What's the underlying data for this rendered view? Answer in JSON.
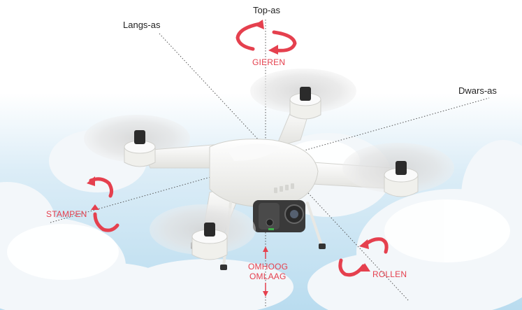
{
  "axes": {
    "top": "Top-as",
    "long": "Langs-as",
    "lateral": "Dwars-as"
  },
  "movements": {
    "yaw": "GIEREN",
    "pitch": "STAMPEN",
    "roll": "ROLLEN",
    "up": "OMHOOG",
    "down": "OMLAAG"
  },
  "colors": {
    "accent": "#e5404e",
    "sky": "#cfe8f6",
    "cloud": "#f4f8fb",
    "drone": "#f2f2f0",
    "camera": "#3a3a3a",
    "axis_line": "#555555"
  }
}
